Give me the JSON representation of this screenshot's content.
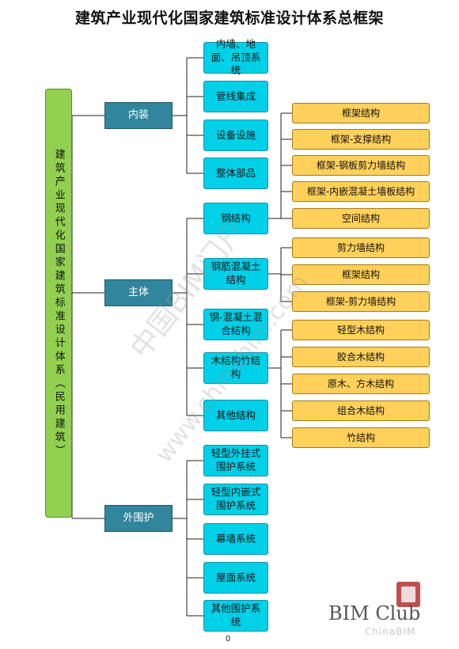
{
  "title": "建筑产业现代化国家建筑标准设计体系总框架",
  "root": "建筑产业现代化国家建筑标准设计体系（民用建筑）",
  "categories": [
    "内装",
    "主体",
    "外围护"
  ],
  "interior": [
    "内墙、地面、吊顶系统",
    "管线集成",
    "设备设施",
    "整体部品"
  ],
  "structure": [
    "钢结构",
    "钢筋混凝土结构",
    "钢-混凝土混合结构",
    "木结构竹结构",
    "其他结构"
  ],
  "enclosure": [
    "轻型外挂式围护系统",
    "轻型内嵌式围护系统",
    "幕墙系统",
    "屋面系统",
    "其他围护系统"
  ],
  "steel_types": [
    "框架结构",
    "框架-支撑结构",
    "框架-钢板剪力墙结构",
    "框架-内嵌混凝土墙板结构",
    "空间结构"
  ],
  "concrete_types": [
    "剪力墙结构",
    "框架结构",
    "框架-剪力墙结构"
  ],
  "timber_types": [
    "轻型木结构",
    "胶合木结构",
    "原木、方木结构",
    "组合木结构",
    "竹结构"
  ],
  "watermark": {
    "cn": "中国BIM门户",
    "url": "www.chinabim.com"
  },
  "logo": {
    "main": "BIM Club",
    "sub": "ChinaBIM"
  },
  "page_number": "0",
  "colors": {
    "root": "#92d050",
    "category": "#31859c",
    "sub": "#00d0e8",
    "leaf": "#ffd05a"
  }
}
